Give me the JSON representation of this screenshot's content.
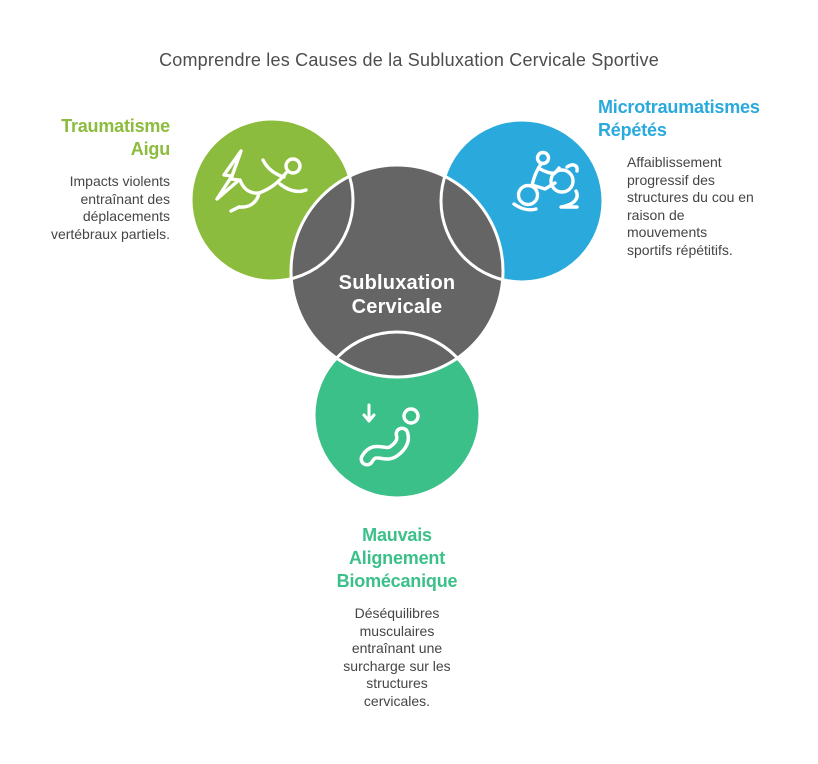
{
  "title": "Comprendre les Causes de la Subluxation Cervicale Sportive",
  "center": {
    "label": "Subluxation\nCervicale"
  },
  "causes": [
    {
      "heading": "Traumatisme\nAigu",
      "description": "Impacts violents\nentraînant des\ndéplacements\nvertébraux partiels.",
      "icon": "falling-person-lightning-icon",
      "color": "#8CBC3D"
    },
    {
      "heading": "Microtraumatismes\nRépétés",
      "description": "Affaiblissement\nprogressif des\nstructures du cou en\nraison de\nmouvements\nsportifs répétitifs.",
      "icon": "cyclist-icon",
      "color": "#29A9DC"
    },
    {
      "heading": "Mauvais\nAlignement\nBiomécanique",
      "description": "Déséquilibres\nmusculaires\nentraînant une\nsurcharge sur les\nstructures\ncervicales.",
      "icon": "misaligned-spine-arrow-icon",
      "color": "#3BC089"
    }
  ],
  "colors": {
    "green": "#8CBC3D",
    "blue": "#29A9DC",
    "teal": "#3BC089",
    "dark_gray": "#656565",
    "title_text": "#4D4D4D",
    "body_text": "#454545",
    "center_text": "#FFFFFF"
  }
}
